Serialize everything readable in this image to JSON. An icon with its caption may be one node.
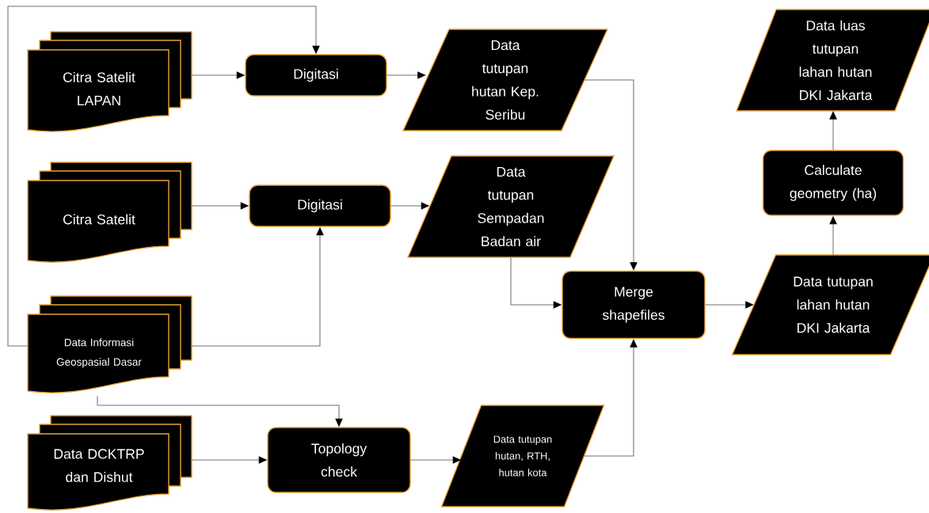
{
  "diagram": {
    "nodes": [
      {
        "text": [
          "Citra Satelit LAPAN"
        ]
      },
      {
        "text": [
          "Citra Satelit"
        ]
      },
      {
        "text": [
          "Data Informasi Geospasial Dasar"
        ]
      },
      {
        "text": [
          "Data DCKTRP dan Dishut"
        ]
      },
      {
        "text": [
          "Digitasi"
        ]
      },
      {
        "text": [
          "Digitasi"
        ]
      },
      {
        "text": [
          "Topology check"
        ]
      },
      {
        "text": [
          "Data tutupan hutan Kep. Seribu"
        ]
      },
      {
        "text": [
          "Data tutupan Sempadan Badan air"
        ]
      },
      {
        "text": [
          "Data tutupan hutan, RTH, hutan kota"
        ]
      },
      {
        "text": [
          "Merge shapefiles"
        ]
      },
      {
        "text": [
          "Data tutupan lahan hutan DKI Jakarta"
        ]
      },
      {
        "text": [
          "Calculate geometry (ha)"
        ]
      },
      {
        "text": [
          "Data luas tutupan lahan hutan DKI Jakarta"
        ]
      }
    ],
    "edges": [
      {
        "from": 0,
        "to": 4,
        "arrow": "to"
      },
      {
        "from": 1,
        "to": 5,
        "arrow": "to"
      },
      {
        "from": 2,
        "to": 4,
        "arrow": "to"
      },
      {
        "from": 2,
        "to": 5,
        "arrow": "to"
      },
      {
        "from": 2,
        "to": 6,
        "arrow": "to"
      },
      {
        "from": 3,
        "to": 6,
        "arrow": "to"
      },
      {
        "from": 4,
        "to": 7,
        "arrow": "to"
      },
      {
        "from": 5,
        "to": 8,
        "arrow": "to"
      },
      {
        "from": 6,
        "to": 9,
        "arrow": "to"
      },
      {
        "from": 7,
        "to": 10,
        "arrow": "to"
      },
      {
        "from": 8,
        "to": 10,
        "arrow": "to"
      },
      {
        "from": 9,
        "to": 10,
        "arrow": "to"
      },
      {
        "from": 10,
        "to": 11,
        "arrow": "to"
      },
      {
        "from": 11,
        "to": 12,
        "arrow": "to"
      },
      {
        "from": 12,
        "to": 13,
        "arrow": "to"
      }
    ]
  }
}
